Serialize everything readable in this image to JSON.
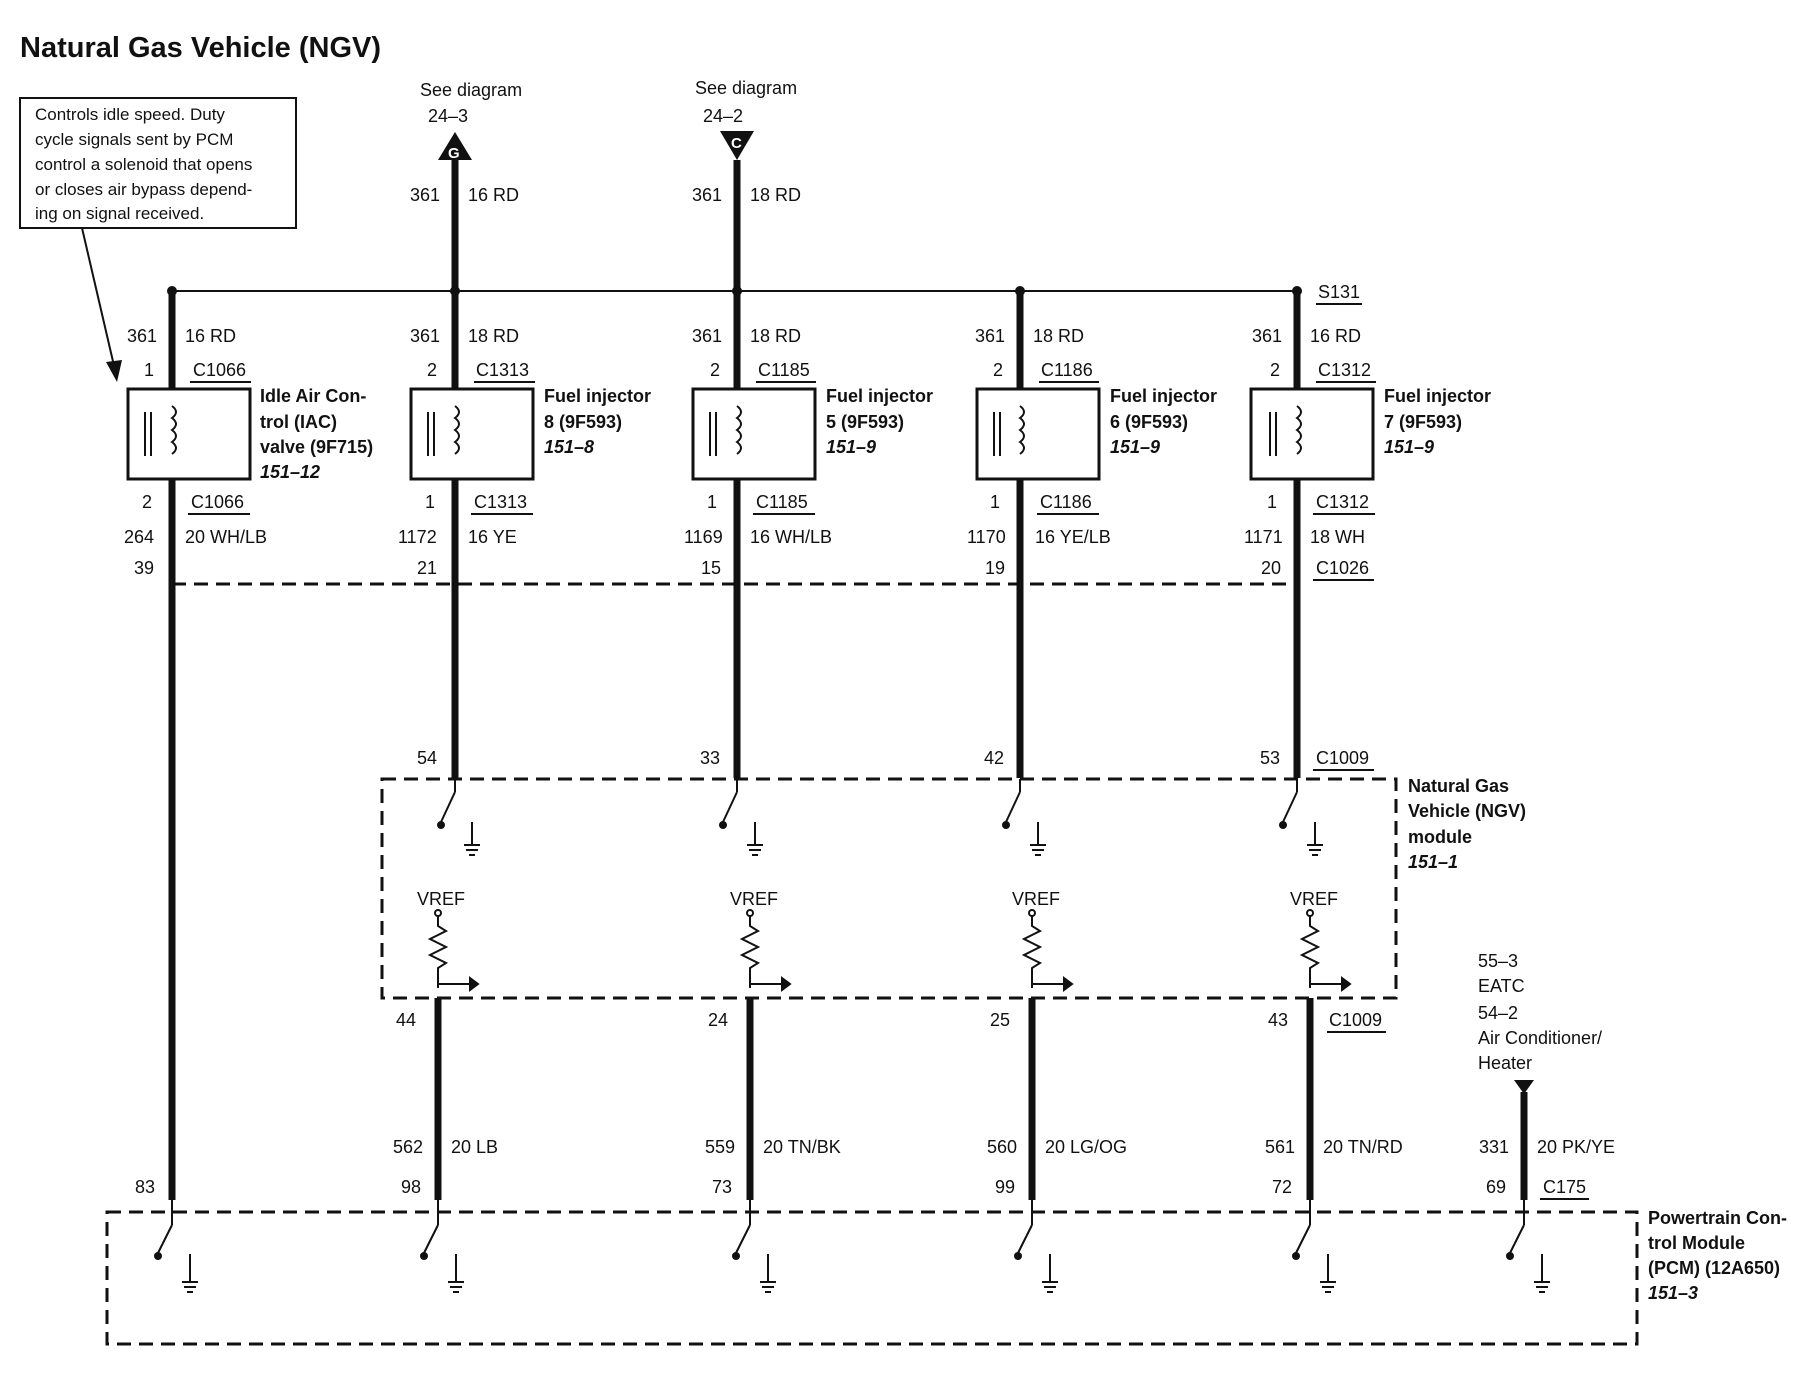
{
  "title": "Natural Gas Vehicle (NGV)",
  "note_lines": [
    "Controls idle speed. Duty",
    "cycle signals sent by PCM",
    "control a solenoid that opens",
    "or closes air bypass depend-",
    "ing on signal received."
  ],
  "feeds": [
    {
      "see": "See diagram",
      "ref": "24–3",
      "letter": "G",
      "circuit": "361",
      "wire": "16 RD",
      "direction": "up"
    },
    {
      "see": "See diagram",
      "ref": "24–2",
      "letter": "C",
      "circuit": "361",
      "wire": "18 RD",
      "direction": "down"
    }
  ],
  "splice": "S131",
  "components": [
    {
      "top_circuit": "361",
      "top_wire": "16 RD",
      "top_pin": "1",
      "top_conn": "C1066",
      "name": [
        "Idle Air Con-",
        "trol (IAC)",
        "valve (9F715)"
      ],
      "ref": "151–12",
      "bot_pin": "2",
      "bot_conn": "C1066",
      "bot_circuit": "264",
      "bot_wire": "20 WH/LB",
      "c1026_pin": "39"
    },
    {
      "top_circuit": "361",
      "top_wire": "18 RD",
      "top_pin": "2",
      "top_conn": "C1313",
      "name": [
        "Fuel injector",
        "8 (9F593)"
      ],
      "ref": "151–8",
      "bot_pin": "1",
      "bot_conn": "C1313",
      "bot_circuit": "1172",
      "bot_wire": "16 YE",
      "c1026_pin": "21"
    },
    {
      "top_circuit": "361",
      "top_wire": "18 RD",
      "top_pin": "2",
      "top_conn": "C1185",
      "name": [
        "Fuel injector",
        "5 (9F593)"
      ],
      "ref": "151–9",
      "bot_pin": "1",
      "bot_conn": "C1185",
      "bot_circuit": "1169",
      "bot_wire": "16 WH/LB",
      "c1026_pin": "15"
    },
    {
      "top_circuit": "361",
      "top_wire": "18 RD",
      "top_pin": "2",
      "top_conn": "C1186",
      "name": [
        "Fuel injector",
        "6 (9F593)"
      ],
      "ref": "151–9",
      "bot_pin": "1",
      "bot_conn": "C1186",
      "bot_circuit": "1170",
      "bot_wire": "16 YE/LB",
      "c1026_pin": "19"
    },
    {
      "top_circuit": "361",
      "top_wire": "16 RD",
      "top_pin": "2",
      "top_conn": "C1312",
      "name": [
        "Fuel injector",
        "7 (9F593)"
      ],
      "ref": "151–9",
      "bot_pin": "1",
      "bot_conn": "C1312",
      "bot_circuit": "1171",
      "bot_wire": "18 WH",
      "c1026_pin": "20"
    }
  ],
  "c1026_label": "C1026",
  "ngv_module": {
    "name": [
      "Natural Gas",
      "Vehicle (NGV)",
      "module"
    ],
    "ref": "151–1",
    "input_pins": [
      "54",
      "33",
      "42",
      "53"
    ],
    "input_conn": "C1009",
    "vref_label": "VREF",
    "output_pins": [
      "44",
      "24",
      "25",
      "43"
    ],
    "output_conn": "C1009"
  },
  "pcm_wires": [
    {
      "circuit": "562",
      "wire": "20 LB",
      "pin": "98"
    },
    {
      "circuit": "559",
      "wire": "20 TN/BK",
      "pin": "73"
    },
    {
      "circuit": "560",
      "wire": "20 LG/OG",
      "pin": "99"
    },
    {
      "circuit": "561",
      "wire": "20 TN/RD",
      "pin": "72"
    },
    {
      "circuit": "331",
      "wire": "20 PK/YE",
      "pin": "69"
    }
  ],
  "iac_pcm_pin": "83",
  "pcm_conn": "C175",
  "side_refs": [
    "55–3",
    "EATC",
    "54–2",
    "Air Conditioner/",
    "Heater"
  ],
  "pcm": {
    "name": [
      "Powertrain Con-",
      "trol Module",
      "(PCM) (12A650)"
    ],
    "ref": "151–3"
  }
}
